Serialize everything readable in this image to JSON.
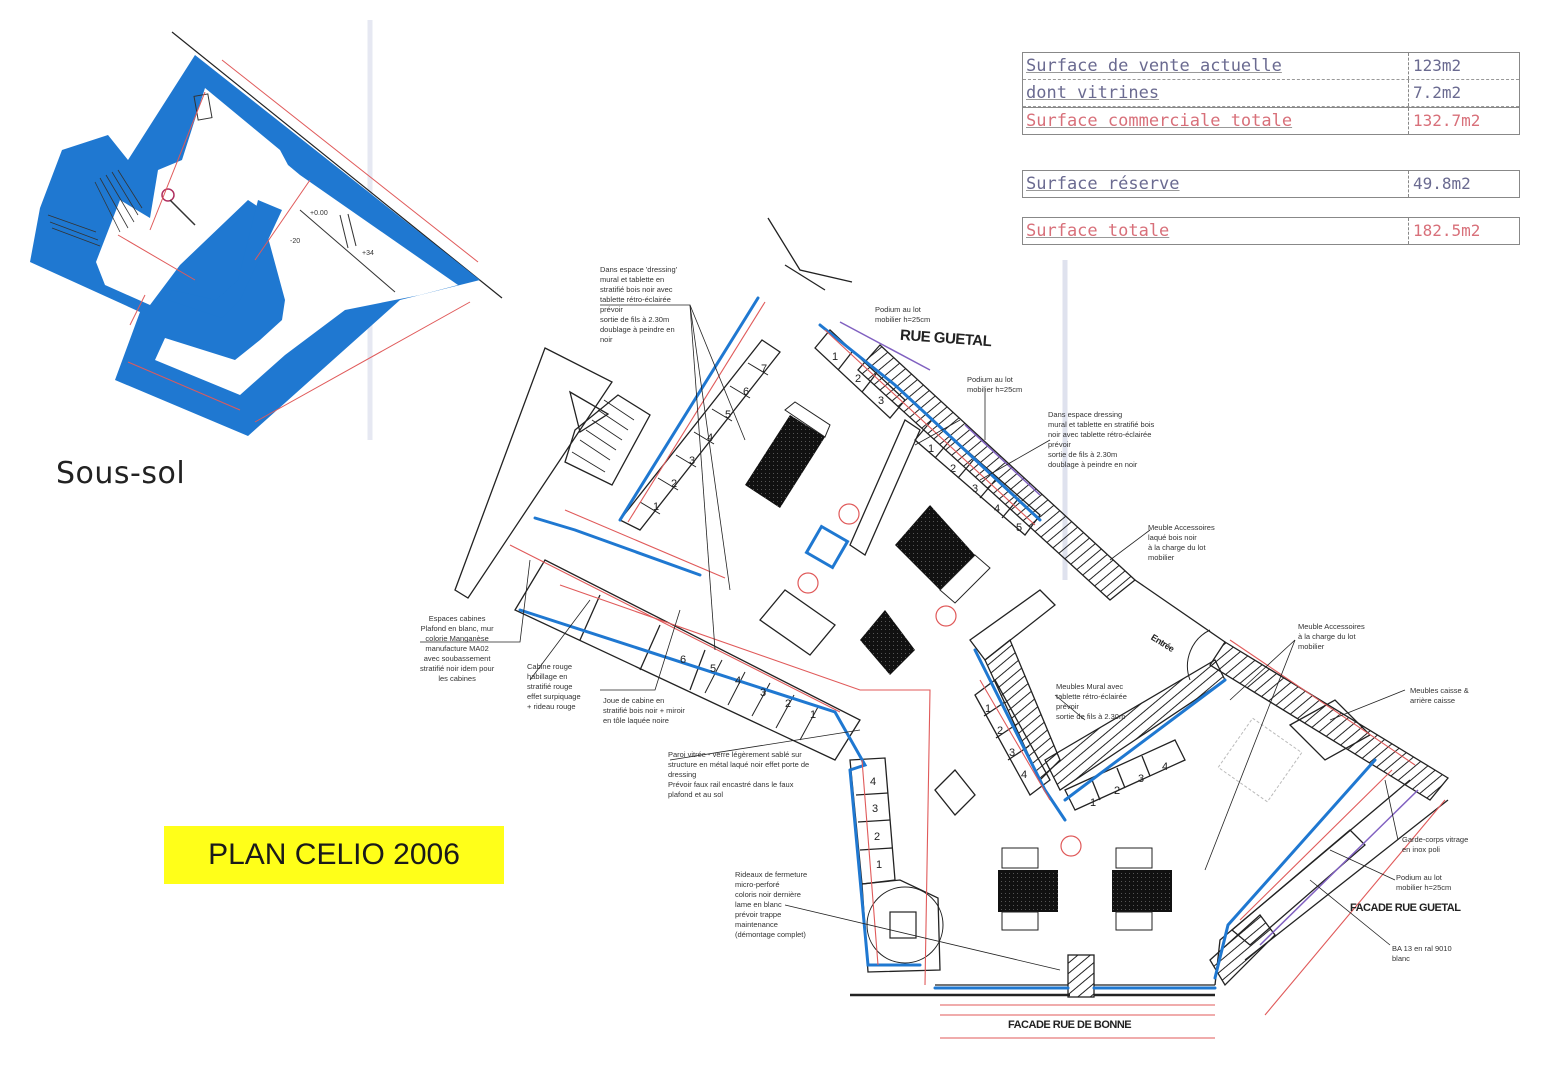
{
  "title_badge": "PLAN CELIO 2006",
  "basement": {
    "label": "Sous-sol",
    "levels": [
      "+0.00",
      "-20",
      "+34"
    ]
  },
  "surface_table": {
    "group1": [
      {
        "label": "Surface de vente actuelle",
        "value": "123m2",
        "highlight": false
      },
      {
        "label": "dont vitrines",
        "value": "7.2m2",
        "highlight": false
      },
      {
        "label": "Surface commerciale totale",
        "value": "132.7m2",
        "highlight": true
      }
    ],
    "group2": [
      {
        "label": "Surface réserve",
        "value": "49.8m2",
        "highlight": false
      }
    ],
    "group3": [
      {
        "label": "Surface totale",
        "value": "182.5m2",
        "highlight": true
      }
    ]
  },
  "streets": {
    "rue_guetal": "RUE GUETAL",
    "facade_rue_guetal": "FACADE RUE GUETAL",
    "facade_rue_de_bonne": "FACADE RUE DE BONNE",
    "entree": "Entrée"
  },
  "notes": {
    "dressing_left": "Dans espace 'dressing'\nmural et tablette en\nstratifié bois noir avec\ntablette rétro-éclairée\nprévoir\nsortie de fils à 2.30m\ndoublage à peindre en\nnoir",
    "podium_top": "Podium au lot\nmobilier h=25cm",
    "podium_right": "Podium au lot\nmobilier h=25cm",
    "dressing_right": "Dans espace dressing\nmural et tablette en stratifié bois\nnoir avec tablette rétro-éclairée\nprévoir\nsortie de fils à 2.30m\ndoublage à peindre en noir",
    "meuble_accessoires_1": "Meuble Accessoires\nlaqué bois noir\nà la charge du lot\nmobilier",
    "meuble_accessoires_2": "Meuble Accessoires\nà la charge du lot\nmobilier",
    "meubles_caisse": "Meubles caisse &\narrière caisse",
    "meuble_mural": "Meubles Mural avec\ntablette rétro-éclairée\nprévoir\nsortie de fils à 2.30m",
    "espaces_cabines": "Espaces cabines\nPlafond en blanc, mur\ncolorie Manganèse\nmanufacture MA02\navec soubassement\nstratifié noir idem pour\nles cabines",
    "cabine_rouge": "Cabine rouge\nhabillage en\nstratifié rouge\neffet surpiquage\n+ rideau rouge",
    "joues_cabine": "Joue de cabine en\nstratifié bois noir + miroir\nen tôle laquée noire",
    "paroi_vitree": "Paroi vitrée - verre légèrement sablé sur\nstructure en métal laqué noir effet porte de\ndressing\nPrévoir faux rail encastré dans le faux\nplafond et au sol",
    "rideaux": "Rideaux de fermeture\nmicro-perforé\ncoloris noir dernière\nlame en blanc\nprévoir trappe\nmaintenance\n(démontage complet)",
    "garde_corps": "Garde-corps vitrage\nen inox poli",
    "podium_facade": "Podium au lot\nmobilier h=25cm",
    "ba13": "BA 13 en ral 9010\nblanc"
  },
  "colors": {
    "wall_blue": "#1f78d1",
    "dim_red": "#e05a5a",
    "badge_yellow": "#ffff19",
    "purple_line": "#8060c0"
  }
}
